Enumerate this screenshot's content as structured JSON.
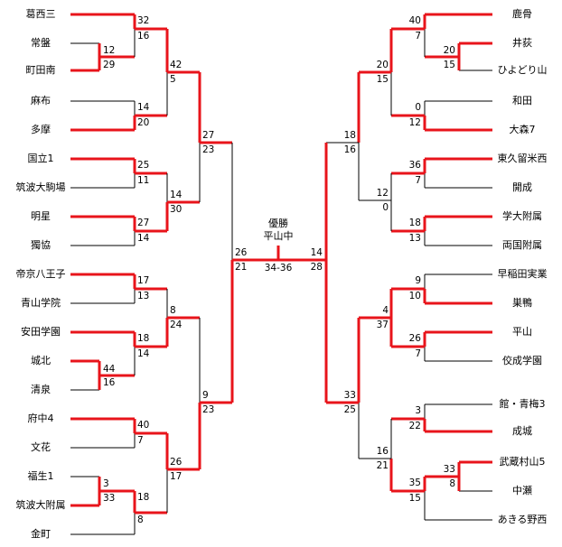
{
  "colors": {
    "winner_line": "#e8141b",
    "loser_line": "#000000",
    "background": "#ffffff"
  },
  "final": {
    "title": "優勝",
    "winner": "平山中",
    "score": "34-36"
  },
  "left": {
    "teams": [
      "葛西三",
      "常盤",
      "町田南",
      "麻布",
      "多摩",
      "国立1",
      "筑波大駒場",
      "明星",
      "獨協",
      "帝京八王子",
      "青山学院",
      "安田学園",
      "城北",
      "清泉",
      "府中4",
      "文花",
      "福生1",
      "筑波大附属",
      "金町"
    ],
    "pre": {
      "score_top": "12",
      "score_bottom": "29",
      "pair_a": "44",
      "pair_b": "16",
      "pair_c": "3",
      "pair_d": "33"
    },
    "r1": [
      [
        "32",
        "16"
      ],
      [
        "14",
        "20"
      ],
      [
        "25",
        "11"
      ],
      [
        "27",
        "14"
      ],
      [
        "17",
        "13"
      ],
      [
        "18",
        "14"
      ],
      [
        "40",
        "7"
      ],
      [
        "18",
        "8"
      ]
    ],
    "r2": [
      [
        "42",
        "5"
      ],
      [
        "14",
        "30"
      ],
      [
        "8",
        "24"
      ],
      [
        "26",
        "17"
      ]
    ],
    "r3": [
      [
        "27",
        "23"
      ],
      [
        "9",
        "23"
      ]
    ],
    "sf": [
      "26",
      "21"
    ]
  },
  "right": {
    "teams": [
      "鹿骨",
      "井荻",
      "ひよどり山",
      "和田",
      "大森7",
      "東久留米西",
      "開成",
      "学大附属",
      "両国附属",
      "早稲田実業",
      "巣鴨",
      "平山",
      "佼成学園",
      "館・青梅3",
      "成城",
      "武蔵村山5",
      "中瀬",
      "あきる野西"
    ],
    "pre": [
      "20",
      "15",
      "33",
      "8"
    ],
    "r1": [
      [
        "40",
        "7"
      ],
      [
        "0",
        "12"
      ],
      [
        "36",
        "7"
      ],
      [
        "18",
        "13"
      ],
      [
        "9",
        "10"
      ],
      [
        "26",
        "7"
      ],
      [
        "3",
        "22"
      ],
      [
        "35",
        "15"
      ]
    ],
    "r2": [
      [
        "20",
        "15"
      ],
      [
        "12",
        "0"
      ],
      [
        "4",
        "37"
      ],
      [
        "16",
        "21"
      ]
    ],
    "r3": [
      [
        "18",
        "16"
      ],
      [
        "33",
        "25"
      ]
    ],
    "sf": [
      "14",
      "28"
    ]
  }
}
